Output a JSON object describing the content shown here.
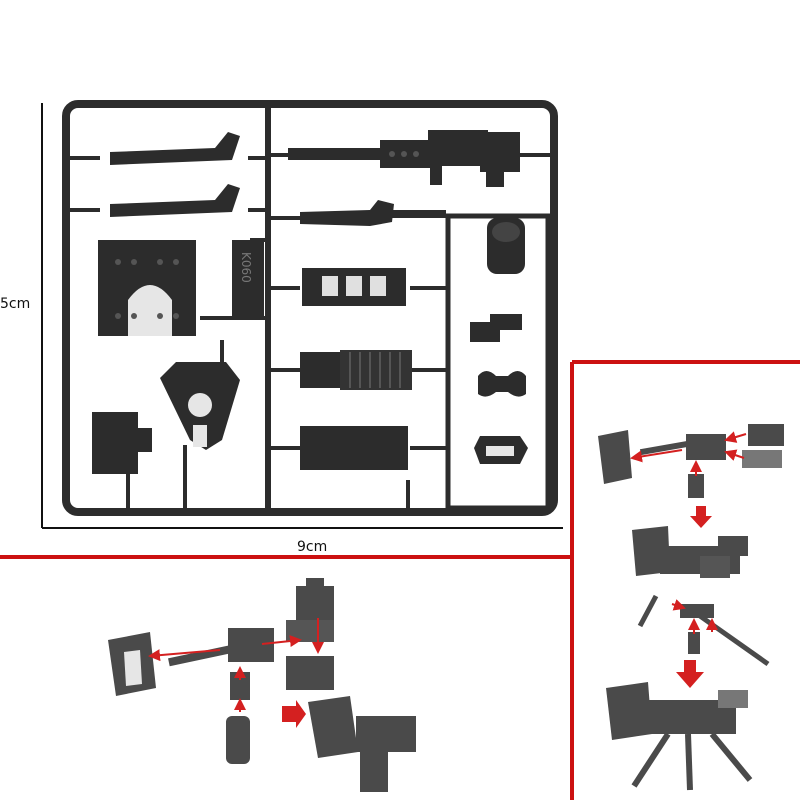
{
  "dimensions": {
    "height_label": "5cm",
    "width_label": "9cm"
  },
  "sprue": {
    "part_code": "K060"
  },
  "colors": {
    "plastic": "#2c2c2c",
    "plastic_light": "#4a4a4a",
    "divider_red": "#cc1111",
    "arrow_red": "#d42020",
    "dimension_line": "#111111"
  },
  "icons": {
    "step_arrow": "right-arrow-icon",
    "step_arrow_down": "down-arrow-icon"
  }
}
